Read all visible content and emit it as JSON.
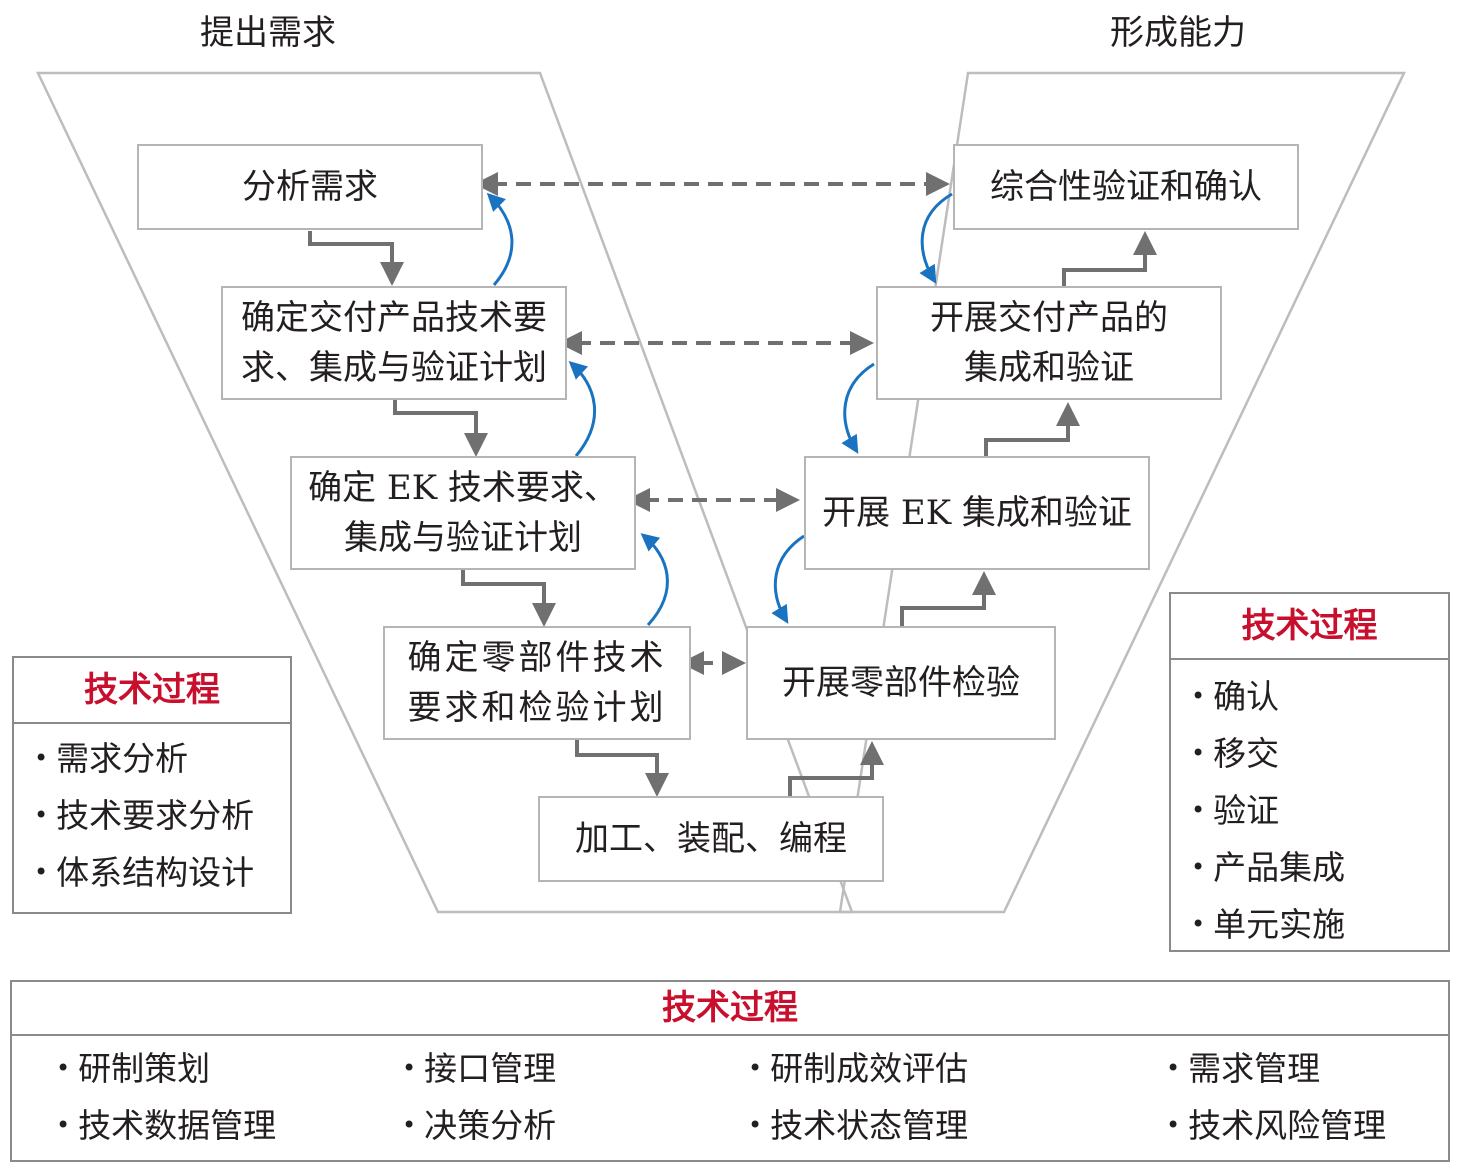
{
  "headers": {
    "left": "提出需求",
    "right": "形成能力"
  },
  "left_nodes": {
    "n1": [
      "分析需求"
    ],
    "n2": [
      "确定交付产品技术要",
      "求、集成与验证计划"
    ],
    "n3": [
      "确定 EK 技术要求、",
      "集成与验证计划"
    ],
    "n4": [
      "确定零部件技术",
      "要求和检验计划"
    ]
  },
  "bottom_node": [
    "加工、装配、编程"
  ],
  "right_nodes": {
    "n1": [
      "综合性验证和确认"
    ],
    "n2": [
      "开展交付产品的",
      "集成和验证"
    ],
    "n3": [
      "开展 EK 集成和验证"
    ],
    "n4": [
      "开展零部件检验"
    ]
  },
  "left_panel": {
    "title": "技术过程",
    "items": [
      "需求分析",
      "技术要求分析",
      "体系结构设计"
    ]
  },
  "right_panel": {
    "title": "技术过程",
    "items": [
      "确认",
      "移交",
      "验证",
      "产品集成",
      "单元实施"
    ]
  },
  "bottom_panel": {
    "title": "技术过程",
    "columns": [
      [
        "研制策划",
        "技术数据管理"
      ],
      [
        "接口管理",
        "决策分析"
      ],
      [
        "研制成效评估",
        "技术状态管理"
      ],
      [
        "需求管理",
        "技术风险管理"
      ]
    ]
  },
  "bullet": "•",
  "colors": {
    "title_red": "#c8102e",
    "arrow_gray": "#707070",
    "arrow_blue": "#1a73c0",
    "border_gray": "#b5b5b5"
  }
}
